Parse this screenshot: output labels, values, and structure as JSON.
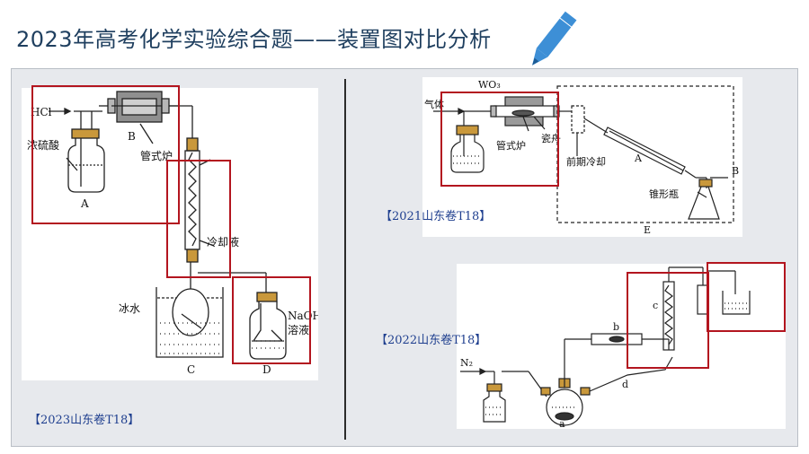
{
  "title": "2023年高考化学实验综合题——装置图对比分析",
  "icons": {
    "decoration": "pencil-icon"
  },
  "colors": {
    "title": "#1f3f5f",
    "highlight": "#b3151f",
    "caption": "#1f3f8f",
    "panel": "#e7e9ed"
  },
  "panels": {
    "y2023": {
      "caption": "【2023山东卷T18】",
      "labels": {
        "gas": "HCl",
        "flask_a_reagent": "浓硫酸",
        "a": "A",
        "b": "B",
        "furnace": "管式炉",
        "coolant": "冷却液",
        "ice_water": "冰水",
        "c": "C",
        "naoh_line1": "NaOH",
        "naoh_line2": "溶液",
        "d": "D"
      }
    },
    "y2021": {
      "caption": "【2021山东卷T18】",
      "labels": {
        "wo3": "WO₃",
        "gas": "气体",
        "furnace": "管式炉",
        "boat": "瓷舟",
        "precool": "前期冷却",
        "a": "A",
        "b": "B",
        "flask": "锥形瓶",
        "e": "E"
      }
    },
    "y2022": {
      "caption": "【2022山东卷T18】",
      "labels": {
        "n2": "N₂",
        "a": "a",
        "b": "b",
        "c": "c",
        "d": "d"
      }
    }
  }
}
